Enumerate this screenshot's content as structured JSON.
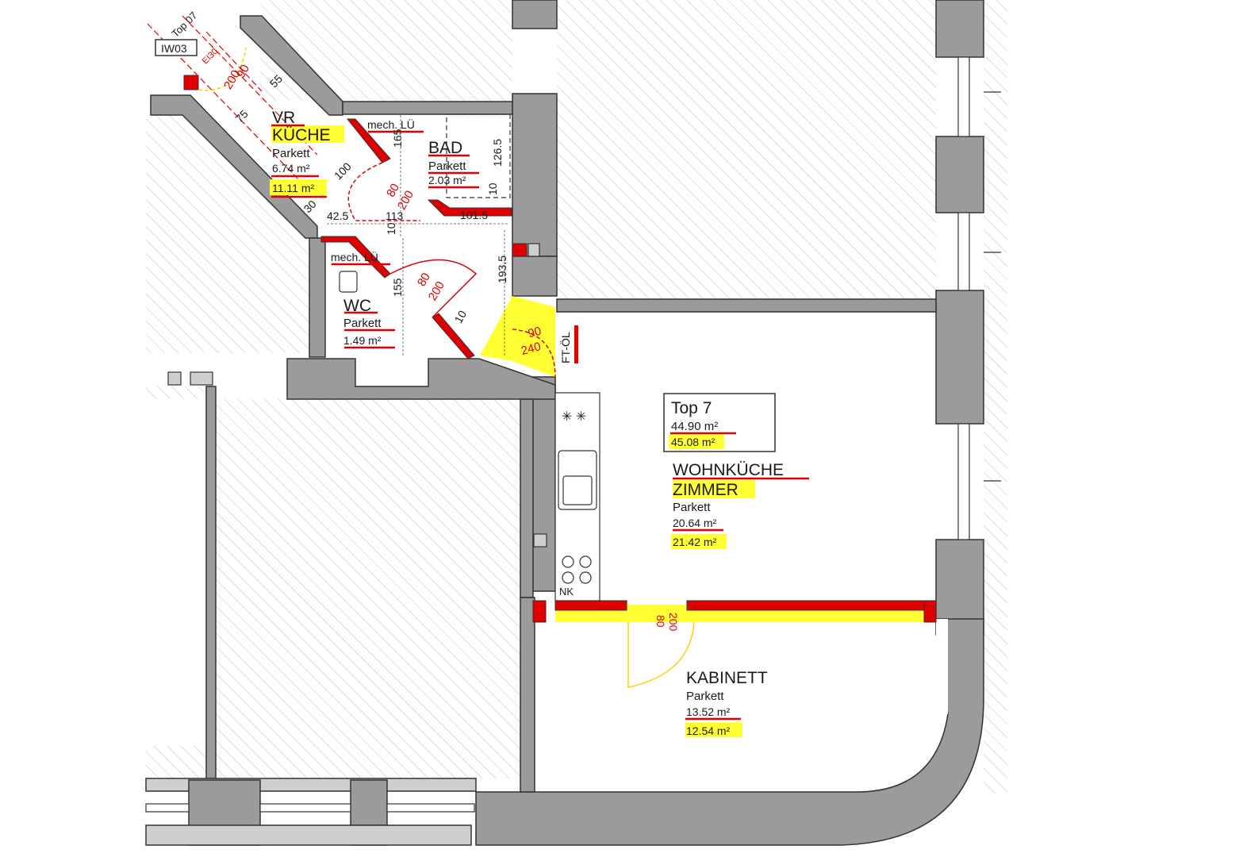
{
  "colors": {
    "wall": "#9b9b9b",
    "wall_stroke": "#333333",
    "hatch": "#b5b5b5",
    "demolition": "#e00000",
    "highlight": "#ffff00",
    "door_swing_new": "#ffd000",
    "annotation_red": "#e00000"
  },
  "header": {
    "top_label": "Top 07",
    "wall_tag": "IW03",
    "fire_door_tag": "EI30"
  },
  "rooms": {
    "vr": {
      "name": "VR",
      "new_name": "KÜCHE",
      "floor": "Parkett",
      "area_old": "6.74 m²",
      "area_new": "11.11 m²"
    },
    "bad": {
      "name": "BAD",
      "floor": "Parkett",
      "area_old": "2.03 m²",
      "vent": "mech. LÜ"
    },
    "wc": {
      "name": "WC",
      "floor": "Parkett",
      "area_old": "1.49 m²",
      "vent": "mech. LÜ"
    },
    "top": {
      "name": "Top 7",
      "area_old": "44.90 m²",
      "area_new": "45.08 m²"
    },
    "wohnkueche": {
      "name": "WOHNKÜCHE",
      "new_name": "ZIMMER",
      "floor": "Parkett",
      "area_old": "20.64 m²",
      "area_new": "21.42 m²"
    },
    "kabinett": {
      "name": "KABINETT",
      "floor": "Parkett",
      "area_old": "13.52 m²",
      "area_new": "12.54 m²"
    }
  },
  "labels": {
    "ft_oel": "FT-ÖL",
    "nk": "NK",
    "stove": "✳ ✳"
  },
  "doors": {
    "entry": {
      "width": "90",
      "height": "200"
    },
    "bad": {
      "width": "80",
      "height": "200"
    },
    "wc": {
      "width": "80",
      "height": "200"
    },
    "living": {
      "width": "90",
      "height": "240"
    },
    "kabinett": {
      "width": "80",
      "height": "200"
    }
  },
  "dimensions": {
    "d55": "55",
    "d75": "75",
    "d100": "100",
    "d30": "30",
    "d42_5": "42.5",
    "d113": "113",
    "d101_5": "101.5",
    "d165": "165",
    "d126_5": "126.5",
    "d10a": "10",
    "d10b": "10",
    "d155": "155",
    "d193_5": "193.5",
    "d10c": "10"
  }
}
